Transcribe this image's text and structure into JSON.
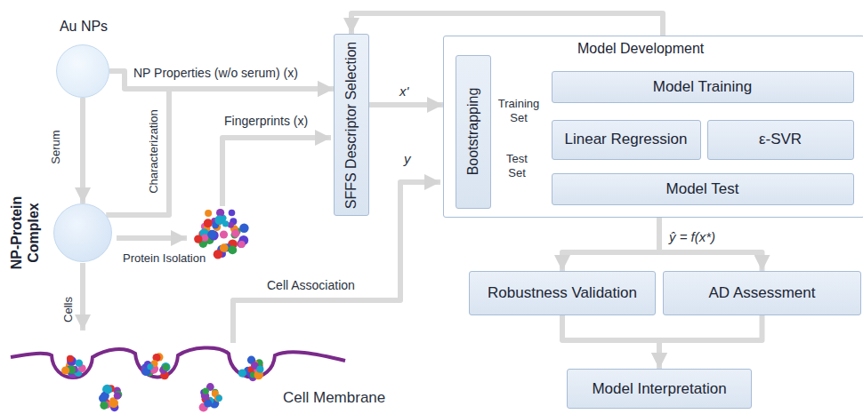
{
  "diagram": {
    "nodes": [
      {
        "text": [
          "Au NPs"
        ]
      },
      {
        "text": [
          "NP-Protein Complex"
        ]
      },
      {
        "text": [
          "SFFS Descriptor Selection"
        ]
      },
      {
        "text": [
          "Model Development"
        ]
      },
      {
        "text": [
          "Bootstrapping"
        ],
        "in": 3
      },
      {
        "text": [
          "Model Training"
        ],
        "in": 3
      },
      {
        "text": [
          "Linear Regression"
        ],
        "in": 3
      },
      {
        "text": [
          "ε-SVR"
        ],
        "in": 3
      },
      {
        "text": [
          "Model Test"
        ],
        "in": 3
      },
      {
        "text": [
          "Robustness Validation"
        ]
      },
      {
        "text": [
          "AD Assessment"
        ]
      },
      {
        "text": [
          "Model Interpretation"
        ]
      }
    ],
    "edges": [
      {
        "from": 0,
        "to": 1,
        "label": "Serum",
        "arrow": "to"
      },
      {
        "from": 0,
        "to": 2,
        "label": "NP Properties (w/o serum) (x)",
        "arrow": "to"
      },
      {
        "from": 1,
        "to": 2,
        "label": "Characterization",
        "arrow": "to"
      },
      {
        "from": 2,
        "to": 3,
        "label": "x'",
        "arrow": "to"
      },
      {
        "from": 3,
        "to": 2,
        "arrow": "to"
      },
      {
        "from": 4,
        "to": 5,
        "label": "Training Set",
        "arrow": "to"
      },
      {
        "from": 4,
        "to": 8,
        "label": "Test Set",
        "arrow": "to"
      },
      {
        "from": 3,
        "to": 9,
        "label": "ŷ = f(x*)",
        "arrow": "to"
      },
      {
        "from": 3,
        "to": 10,
        "arrow": "to"
      },
      {
        "from": 9,
        "to": 11,
        "arrow": "to"
      },
      {
        "from": 10,
        "to": 11,
        "arrow": "to"
      }
    ],
    "labels": [
      "Protein Isolation",
      "Fingerprints (x)",
      "Cells",
      "Cell Association",
      "y",
      "Cell Membrane"
    ]
  }
}
